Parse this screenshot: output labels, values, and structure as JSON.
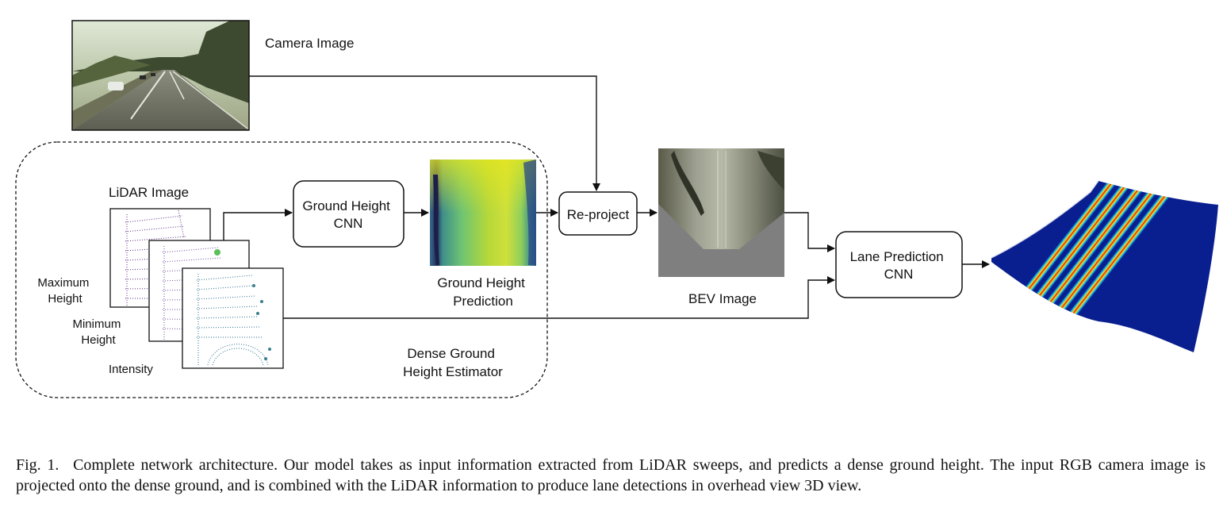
{
  "labels": {
    "camera_image": "Camera Image",
    "lidar_image": "LiDAR Image",
    "maximum_height": [
      "Maximum",
      "Height"
    ],
    "minimum_height": [
      "Minimum",
      "Height"
    ],
    "intensity": "Intensity",
    "ground_height_cnn": [
      "Ground Height",
      "CNN"
    ],
    "ground_height_prediction": [
      "Ground Height",
      "Prediction"
    ],
    "dense_ground_height_estimator": [
      "Dense Ground",
      "Height Estimator"
    ],
    "reproject": "Re-project",
    "bev_image": "BEV Image",
    "lane_prediction_cnn": [
      "Lane Prediction",
      "CNN"
    ]
  },
  "caption": {
    "fig_label": "Fig. 1.",
    "text": "Complete network architecture. Our model takes as input information extracted from LiDAR sweeps, and predicts a dense ground height. The input RGB camera image is projected onto the dense ground, and is combined with the LiDAR information to produce lane detections in overhead view 3D view."
  },
  "colors": {
    "lidar_max_height": "#5b2a86",
    "lidar_min_height": "#6e4a9e",
    "lidar_intensity": "#2a6f8e",
    "ground_height_low": "#2b2d7a",
    "ground_height_high": "#d8e21c",
    "lane_background": "#0a1f8f",
    "bev_road_gray": "#7f7f7f"
  }
}
